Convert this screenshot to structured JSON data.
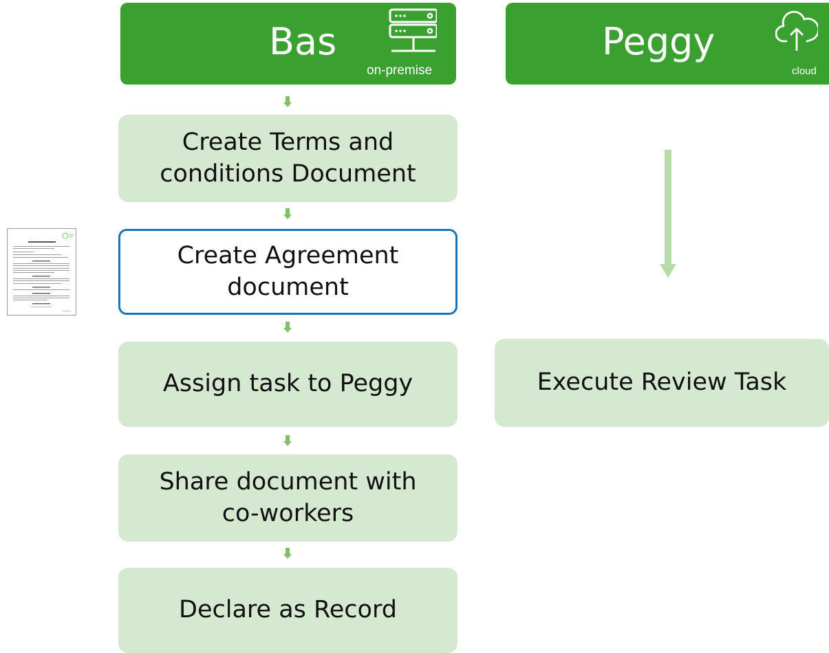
{
  "lanes": {
    "bas": {
      "title": "Bas",
      "icon": "server-icon",
      "sublabel": "on-premise"
    },
    "peggy": {
      "title": "Peggy",
      "icon": "cloud-upload-icon",
      "sublabel": "cloud"
    }
  },
  "steps": {
    "step1": "Create Terms and\nconditions Document",
    "step2": "Create Agreement\ndocument",
    "step3": "Assign task to Peggy",
    "step4": "Share document with\nco-workers",
    "step5": "Declare as Record",
    "peggy_step": "Execute Review Task"
  },
  "colors": {
    "header_green": "#3aa030",
    "step_fill": "#d5e8d0",
    "selected_border": "#1a73b8",
    "arrow": "#7fbf6a",
    "long_arrow": "#b6dca8"
  },
  "document_thumbnail_icon": "document-thumbnail-icon"
}
